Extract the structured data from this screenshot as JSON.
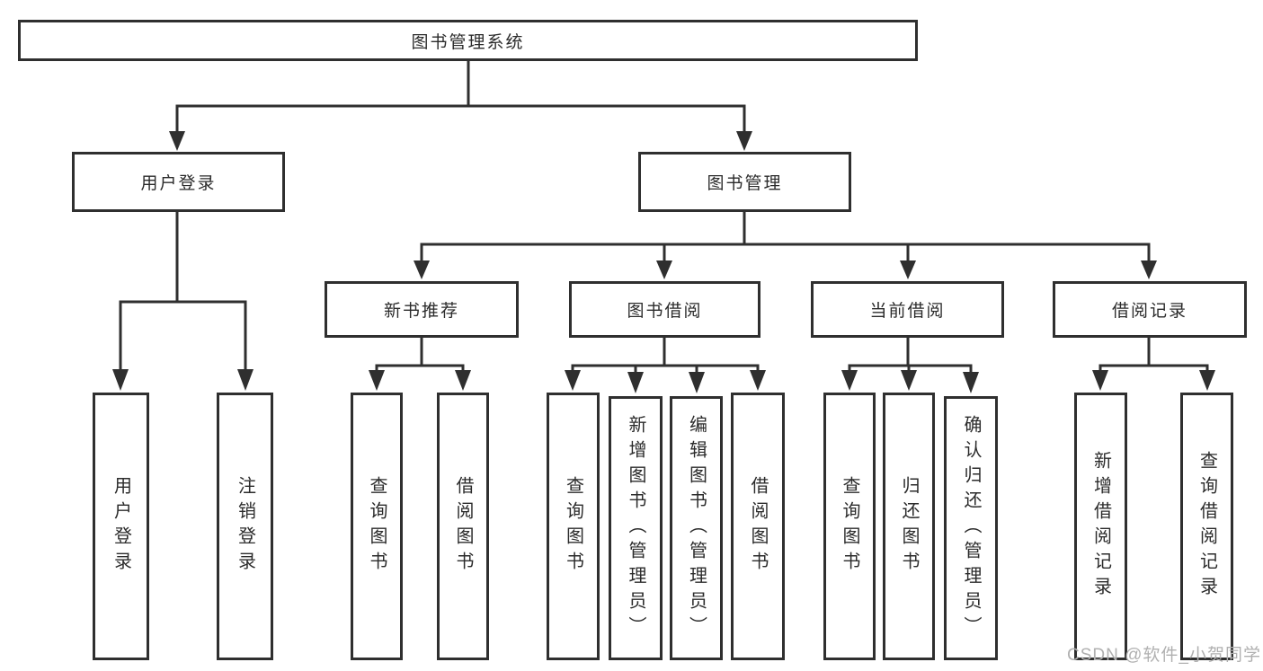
{
  "diagram": {
    "root": {
      "label": "图书管理系统"
    },
    "level2": [
      {
        "label": "用户登录"
      },
      {
        "label": "图书管理"
      }
    ],
    "level3": [
      {
        "label": "新书推荐"
      },
      {
        "label": "图书借阅"
      },
      {
        "label": "当前借阅"
      },
      {
        "label": "借阅记录"
      }
    ],
    "leaves": [
      {
        "label": "用户登录"
      },
      {
        "label": "注销登录"
      },
      {
        "label": "查询图书"
      },
      {
        "label": "借阅图书"
      },
      {
        "label": "查询图书"
      },
      {
        "label": "新增图书（管理员）"
      },
      {
        "label": "编辑图书（管理员）"
      },
      {
        "label": "借阅图书"
      },
      {
        "label": "查询图书"
      },
      {
        "label": "归还图书"
      },
      {
        "label": "确认归还（管理员）"
      },
      {
        "label": "新增借阅记录"
      },
      {
        "label": "查询借阅记录"
      }
    ]
  },
  "watermark": {
    "text": "CSDN @软件_小贺同学"
  },
  "colors": {
    "line": "#2f2f2f",
    "text": "#2b2b2b",
    "watermark": "#b0b0b0",
    "background": "#ffffff"
  }
}
